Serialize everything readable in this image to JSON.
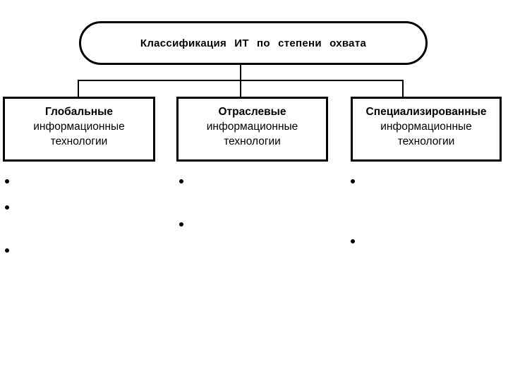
{
  "slide": {
    "root": {
      "label": "Классификация ИТ по степени охвата"
    },
    "branches": [
      {
        "title": "Глобальные",
        "line2": "информационные",
        "line3": "технологии"
      },
      {
        "title": "Отраслевые",
        "line2": "информационные",
        "line3": "технологии"
      },
      {
        "title": "Специализированные",
        "line2": "информационные",
        "line3": "технологии"
      }
    ],
    "bullet_columns": [
      {
        "bullet_count": 3
      },
      {
        "bullet_count": 2
      },
      {
        "bullet_count": 2
      }
    ],
    "bullet_glyph": "•",
    "colors": {
      "background": "#ffffff",
      "stroke": "#000000",
      "text": "#000000"
    }
  }
}
